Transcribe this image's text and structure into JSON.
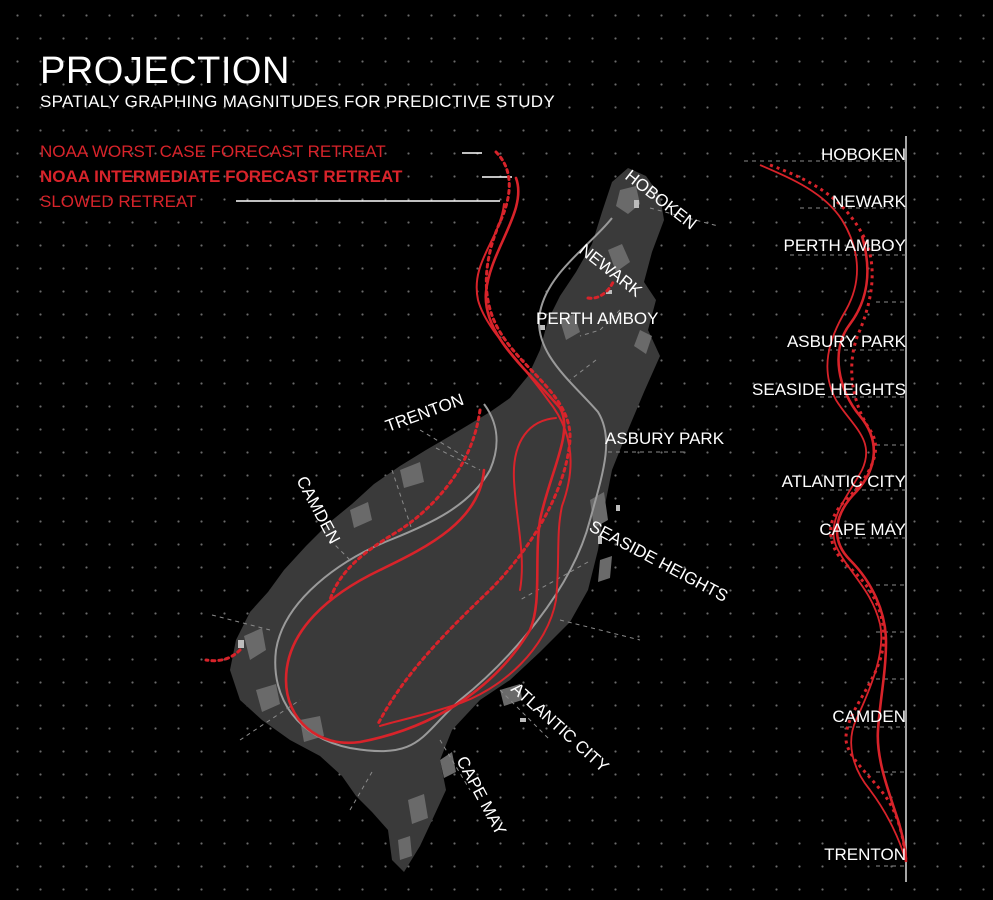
{
  "header": {
    "title": "PROJECTION",
    "subtitle": "SPATIALY GRAPHING MAGNITUDES FOR PREDICTIVE STUDY"
  },
  "legend": {
    "worst_case": "NOAA WORST CASE FORECAST RETREAT",
    "intermediate": "NOAA INTERMEDIATE FORECAST RETREAT",
    "slowed": "SLOWED RETREAT"
  },
  "map_labels": {
    "hoboken": "HOBOKEN",
    "newark": "NEWARK",
    "perth_amboy": "PERTH AMBOY",
    "trenton": "TRENTON",
    "camden": "CAMDEN",
    "asbury_park": "ASBURY PARK",
    "seaside_heights": "SEASIDE HEIGHTS",
    "atlantic_city": "ATLANTIC CITY",
    "cape_may": "CAPE MAY"
  },
  "graph_labels": {
    "hoboken": "HOBOKEN",
    "newark": "NEWARK",
    "perth_amboy": "PERTH AMBOY",
    "asbury_park": "ASBURY PARK",
    "seaside_heights": "SEASIDE HEIGHTS",
    "atlantic_city": "ATLANTIC CITY",
    "cape_may": "CAPE MAY",
    "camden": "CAMDEN",
    "trenton": "TRENTON"
  },
  "colors": {
    "background": "#000000",
    "retreat_red": "#d8232a",
    "shoreline_gray": "#9a9a9a",
    "land_gray": "#3c3c3c",
    "text": "#ffffff"
  }
}
